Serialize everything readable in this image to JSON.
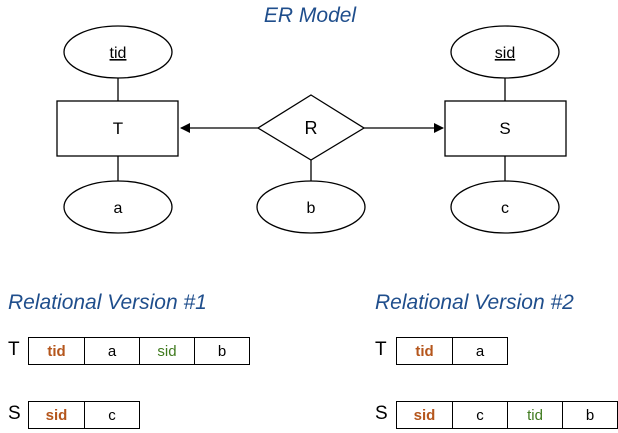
{
  "er_model": {
    "title": "ER Model",
    "entities": {
      "left": "T",
      "right": "S"
    },
    "relationship": "R",
    "attributes": {
      "left_key": "tid",
      "left_attr": "a",
      "rel_attr": "b",
      "right_key": "sid",
      "right_attr": "c"
    }
  },
  "version1": {
    "title": "Relational Version #1",
    "tables": [
      {
        "name": "T",
        "cells": [
          {
            "text": "tid",
            "kind": "key"
          },
          {
            "text": "a",
            "kind": "plain"
          },
          {
            "text": "sid",
            "kind": "fk"
          },
          {
            "text": "b",
            "kind": "plain"
          }
        ]
      },
      {
        "name": "S",
        "cells": [
          {
            "text": "sid",
            "kind": "key"
          },
          {
            "text": "c",
            "kind": "plain"
          }
        ]
      }
    ]
  },
  "version2": {
    "title": "Relational Version #2",
    "tables": [
      {
        "name": "T",
        "cells": [
          {
            "text": "tid",
            "kind": "key"
          },
          {
            "text": "a",
            "kind": "plain"
          }
        ]
      },
      {
        "name": "S",
        "cells": [
          {
            "text": "sid",
            "kind": "key"
          },
          {
            "text": "c",
            "kind": "plain"
          },
          {
            "text": "tid",
            "kind": "fk"
          },
          {
            "text": "b",
            "kind": "plain"
          }
        ]
      }
    ]
  },
  "colors": {
    "title": "#1f4e8c",
    "key": "#b5561c",
    "foreign_key": "#3f7a1e"
  }
}
